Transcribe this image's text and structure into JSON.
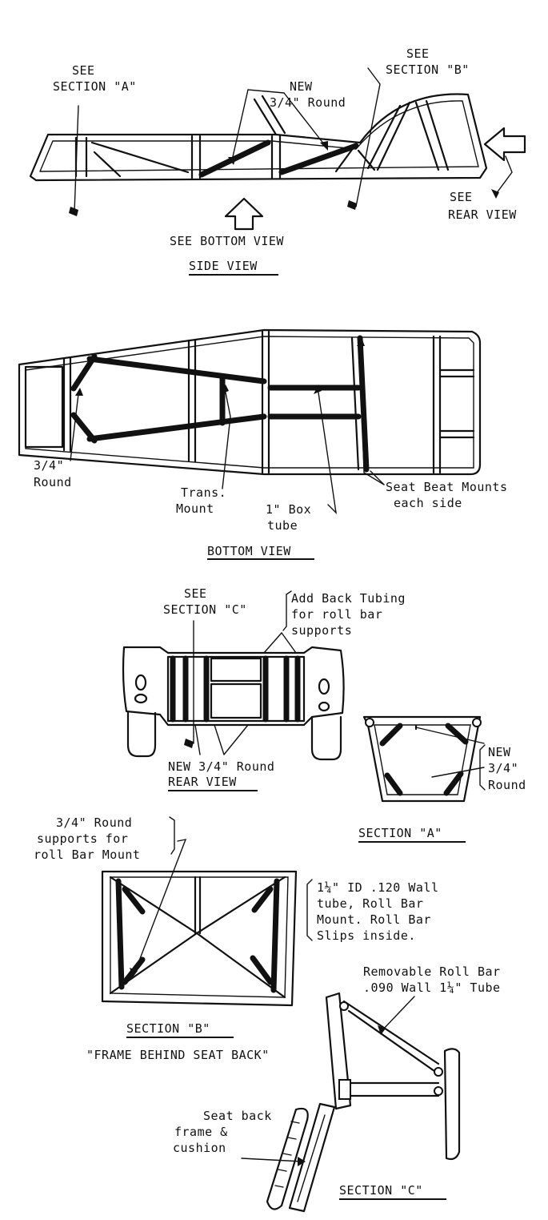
{
  "side_view": {
    "see_section_a": [
      "SEE",
      "SECTION \"A\""
    ],
    "new_round": [
      "NEW",
      "3/4\" Round"
    ],
    "see_section_b": [
      "SEE",
      "SECTION \"B\""
    ],
    "see_rear_view": [
      "SEE",
      "REAR VIEW"
    ],
    "see_bottom_view": "SEE BOTTOM VIEW",
    "title": "SIDE VIEW"
  },
  "bottom_view": {
    "round_label": [
      "3/4\"",
      "Round"
    ],
    "trans_mount": [
      "Trans.",
      "Mount"
    ],
    "box_tube": [
      "1\" Box",
      "tube"
    ],
    "seat_mounts": [
      "Seat Beat Mounts",
      "each side"
    ],
    "title": "BOTTOM VIEW"
  },
  "rear_view": {
    "see_section_c": [
      "SEE",
      "SECTION \"C\""
    ],
    "add_back_tubing": [
      "Add Back Tubing",
      "for roll bar",
      "supports"
    ],
    "new_round": "NEW 3/4\" Round",
    "title": "REAR VIEW"
  },
  "section_a": {
    "new_round": [
      "NEW",
      "3/4\"",
      "Round"
    ],
    "title": "SECTION \"A\""
  },
  "section_b": {
    "supports": [
      "3/4\" Round",
      "supports for",
      "roll Bar Mount"
    ],
    "tube_spec": [
      "1¼\" ID .120 Wall",
      "tube, Roll Bar",
      "Mount.  Roll Bar",
      "Slips inside."
    ],
    "title": "SECTION \"B\"",
    "subtitle": "\"FRAME BEHIND SEAT BACK\""
  },
  "section_c": {
    "removable_roll_bar": [
      "Removable Roll Bar",
      ".090 Wall 1¼\" Tube"
    ],
    "seat_back": [
      "Seat back",
      "frame &",
      "cushion"
    ],
    "title": "SECTION \"C\""
  }
}
